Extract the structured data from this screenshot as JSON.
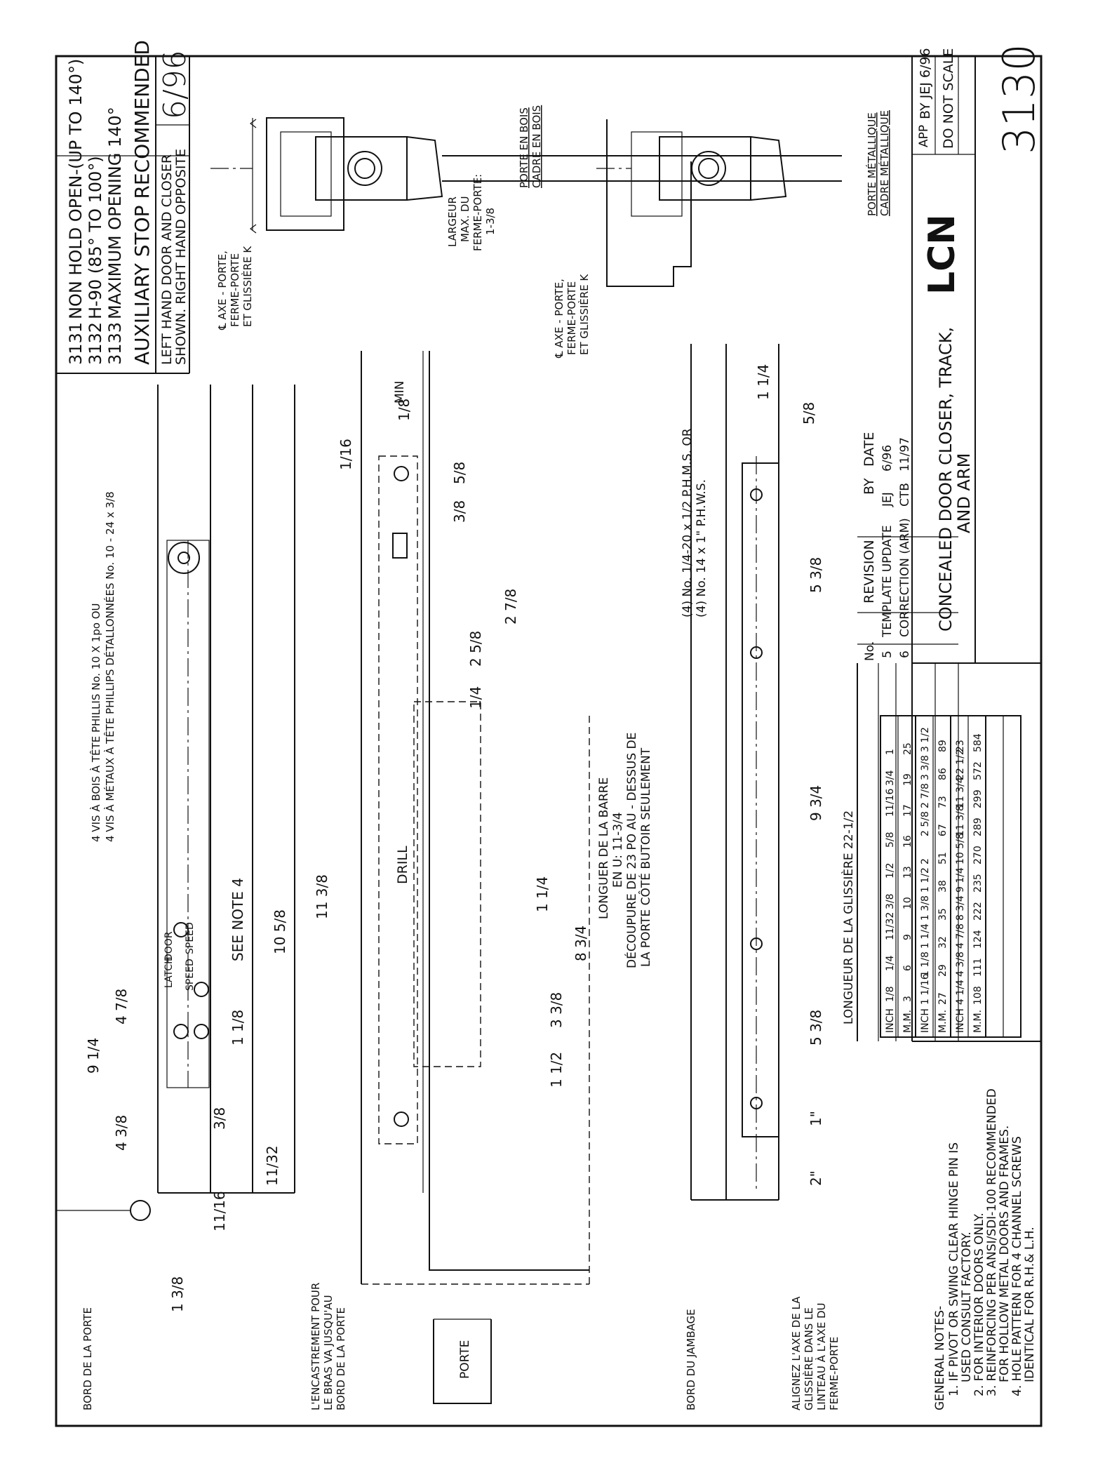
{
  "title_block": {
    "models": [
      "3131",
      "3132",
      "3133"
    ],
    "model_desc": [
      "NON HOLD OPEN-(UP TO 140°)",
      "H-90 (85° TO 100°)",
      "MAXIMUM OPENING 140°"
    ],
    "aux_stop": "AUXILIARY STOP RECOMMENDED",
    "hand_note": [
      "LEFT HAND DOOR AND CLOSER",
      "SHOWN. RIGHT HAND OPPOSITE"
    ],
    "date": "6/96",
    "logo": "LCN",
    "product": [
      "CONCEALED DOOR CLOSER, TRACK,",
      "AND ARM"
    ],
    "app_label": "APP",
    "by": "BY JEJ 6/96",
    "do_not_scale": "DO NOT SCALE",
    "drawing_number": "3130"
  },
  "revisions": {
    "headers": [
      "No.",
      "REVISION",
      "BY",
      "DATE"
    ],
    "rows": [
      [
        "5",
        "TEMPLATE UPDATE",
        "JEJ",
        "6/96"
      ],
      [
        "6",
        "CORRECTION (ARM)",
        "CTB",
        "11/97"
      ]
    ]
  },
  "sections": {
    "wood": [
      "PORTE EN BOIS",
      "CADRE EN BOIS"
    ],
    "metal": [
      "PORTE MÉTALLIQUE",
      "CADRE MÉTALLIQUE"
    ],
    "axis_label_wood": [
      "℄ AXE - PORTE,",
      "FERME-PORTE",
      "ET GLISSIÈRE K"
    ],
    "axis_label_metal": [
      "℄ AXE - PORTE,",
      "FERME-PORTE",
      "ET GLISSIÈRE K"
    ],
    "width_label": [
      "LARGEUR",
      "MAX. DU",
      "FERME-PORTE:",
      "1-3/8"
    ]
  },
  "labels": {
    "screws": [
      "4 VIS À BOIS À TÊTE PHILLIS No. 10 X 1po OU",
      "4 VIS À MÉTAUX À TÊTE PHILLIPS DÉTALLONNÉES No. 10 - 24 x 3/8"
    ],
    "bord_porte": "BORD DE LA PORTE",
    "encastrement": [
      "L'ENCASTREMENT POUR",
      "LE BRAS VA JUSQU'AU",
      "BORD DE LA PORTE"
    ],
    "porte": "PORTE",
    "bord_jambage": "BORD DU JAMBAGE",
    "alignez": [
      "ALIGNEZ L'AXE DE LA",
      "GLISSIÈRE DANS LE",
      "LINTEAU À L'AXE DU",
      "FERME-PORTE"
    ],
    "see_note": "SEE NOTE 4",
    "drill": "DRILL",
    "barre": [
      "LONGUER DE LA BARRE",
      "EN U: 11-3/4"
    ],
    "decoupure": [
      "DÉCOUPURE DE 23 PO AU - DESSUS DE",
      "LA PORTE CÔTÉ BUTOIR SEULEMENT"
    ],
    "glissiere": "LONGUEUR DE LA GLISSIÈRE 22-1/2",
    "track_screw_1": "(4) No. 1/4-20 x 1/2 P.H.M.S. OR",
    "track_screw_2": "(4) No. 14 x 1\" P.H.W.S.",
    "min": "MIN",
    "arm_labels": [
      "LATCH",
      "DOOR",
      "SPEED",
      "SPEED"
    ]
  },
  "dimensions": {
    "d_9_1_4": "9 1/4",
    "d_4_7_8": "4 7/8",
    "d_4_3_8": "4 3/8",
    "d_1_3_8": "1 3/8",
    "d_11_16": "11/16",
    "d_3_8": "3/8",
    "d_11_32": "11/32",
    "d_1_1_8": "1 1/8",
    "d_10_5_8": "10 5/8",
    "d_11_3_8": "11 3/8",
    "d_1_16": "1/16",
    "d_1_8": "1/8",
    "d_5_8": "5/8",
    "d_3_8b": "3/8",
    "d_2_7_8": "2 7/8",
    "d_2_5_8": "2 5/8",
    "d_1_4": "1/4",
    "d_1_1_4": "1 1/4",
    "d_8_3_4": "8 3/4",
    "d_3_3_8": "3 3/8",
    "d_1_1_2": "1 1/2",
    "d_1_1_4b": "1 1/4",
    "d_5_8b": "5/8",
    "d_5_3_8a": "5 3/8",
    "d_9_3_4": "9 3/4",
    "d_5_3_8b": "5 3/8",
    "d_1in": "1\"",
    "d_2in": "2\""
  },
  "conversion_table": [
    {
      "inch": [
        "INCH",
        "1/8",
        "1/4",
        "11/32",
        "3/8",
        "1/2",
        "5/8",
        "11/16",
        "3/4",
        "1"
      ],
      "mm": [
        "M.M.",
        "3",
        "6",
        "9",
        "10",
        "13",
        "16",
        "17",
        "19",
        "25"
      ]
    },
    {
      "inch": [
        "INCH",
        "1 1/16",
        "1 1/8",
        "1 1/4",
        "1 3/8",
        "1 1/2",
        "2",
        "2 5/8",
        "2 7/8",
        "3 3/8",
        "3 1/2"
      ],
      "mm": [
        "M.M.",
        "27",
        "29",
        "32",
        "35",
        "38",
        "51",
        "67",
        "73",
        "86",
        "89"
      ]
    },
    {
      "inch": [
        "INCH",
        "4 1/4",
        "4 3/8",
        "4 7/8",
        "8 3/4",
        "9 1/4",
        "10 5/8",
        "11 3/8",
        "11 3/4",
        "22 1/2",
        "23"
      ],
      "mm": [
        "M.M.",
        "108",
        "111",
        "124",
        "222",
        "235",
        "270",
        "289",
        "299",
        "572",
        "584"
      ]
    }
  ],
  "general_notes": {
    "title": "GENERAL NOTES-",
    "items": [
      "1. IF PIVOT OR SWING CLEAR HINGE PIN IS",
      "USED CONSULT FACTORY.",
      "2. FOR INTERIOR DOORS ONLY.",
      "3. REINFORCING PER ANSI/SDI-100 RECOMMENDED",
      "FOR HOLLOW METAL DOORS AND FRAMES.",
      "4. HOLE PATTERN FOR 4 CHANNEL SCREWS",
      "IDENTICAL FOR R.H.& L.H."
    ]
  }
}
